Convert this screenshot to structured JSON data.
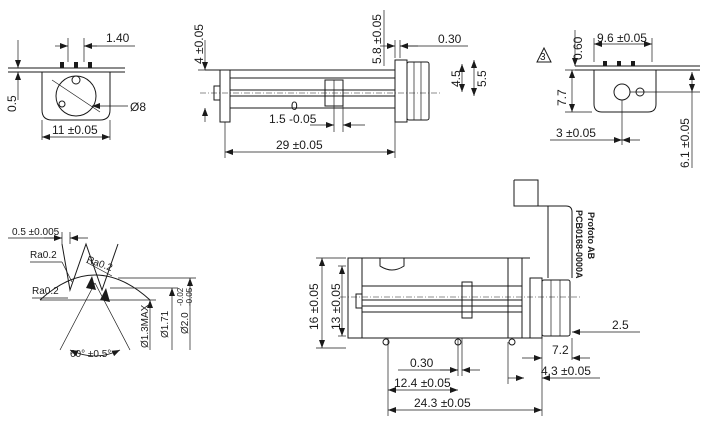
{
  "views": {
    "front": {
      "dim_top": "1.40",
      "dim_left": "0.5",
      "dim_diameter": "Ø8",
      "dim_width": "11 ±0.05"
    },
    "side": {
      "dim_height": "4 ±0.05",
      "dim_shaft_top": "5.8 ±0.05",
      "dim_thin": "0.30",
      "dim_d1": "4.5",
      "dim_d2": "5.5",
      "dim_zero": "0",
      "dim_offset": "1.5 -0.05",
      "dim_length": "29 ±0.05"
    },
    "rear": {
      "dim_tri": "3",
      "dim_top_height": "0.60",
      "dim_top_width": "9.6 ±0.05",
      "dim_height": "7.7",
      "dim_bottom": "3 ±0.05",
      "dim_right": "6.1 ±0.05"
    },
    "detail": {
      "dim_pitch": "0.5 ±0.005",
      "roughness_1": "Ra0.2",
      "roughness_2": "Ra0.2",
      "roughness_3": "Ra0.2",
      "dim_minor": "Ø1.3MAX",
      "dim_mid": "Ø1.71",
      "dim_major": "Ø2.0",
      "tol_upper": "-0.02",
      "tol_lower": "-0.05",
      "angle": "60° ±0.5°"
    },
    "assembly": {
      "dim_height": "16 ±0.05",
      "dim_inner": "13 ±0.05",
      "dim_thin": "0.30",
      "dim_a": "12.4 ±0.05",
      "dim_b": "24.3 ±0.05",
      "dim_c": "4.3 ±0.05",
      "dim_d": "7.2",
      "dim_e": "2.5",
      "fpc_line1": "Profoto AB",
      "fpc_line2": "PCB0168-0000A"
    }
  }
}
